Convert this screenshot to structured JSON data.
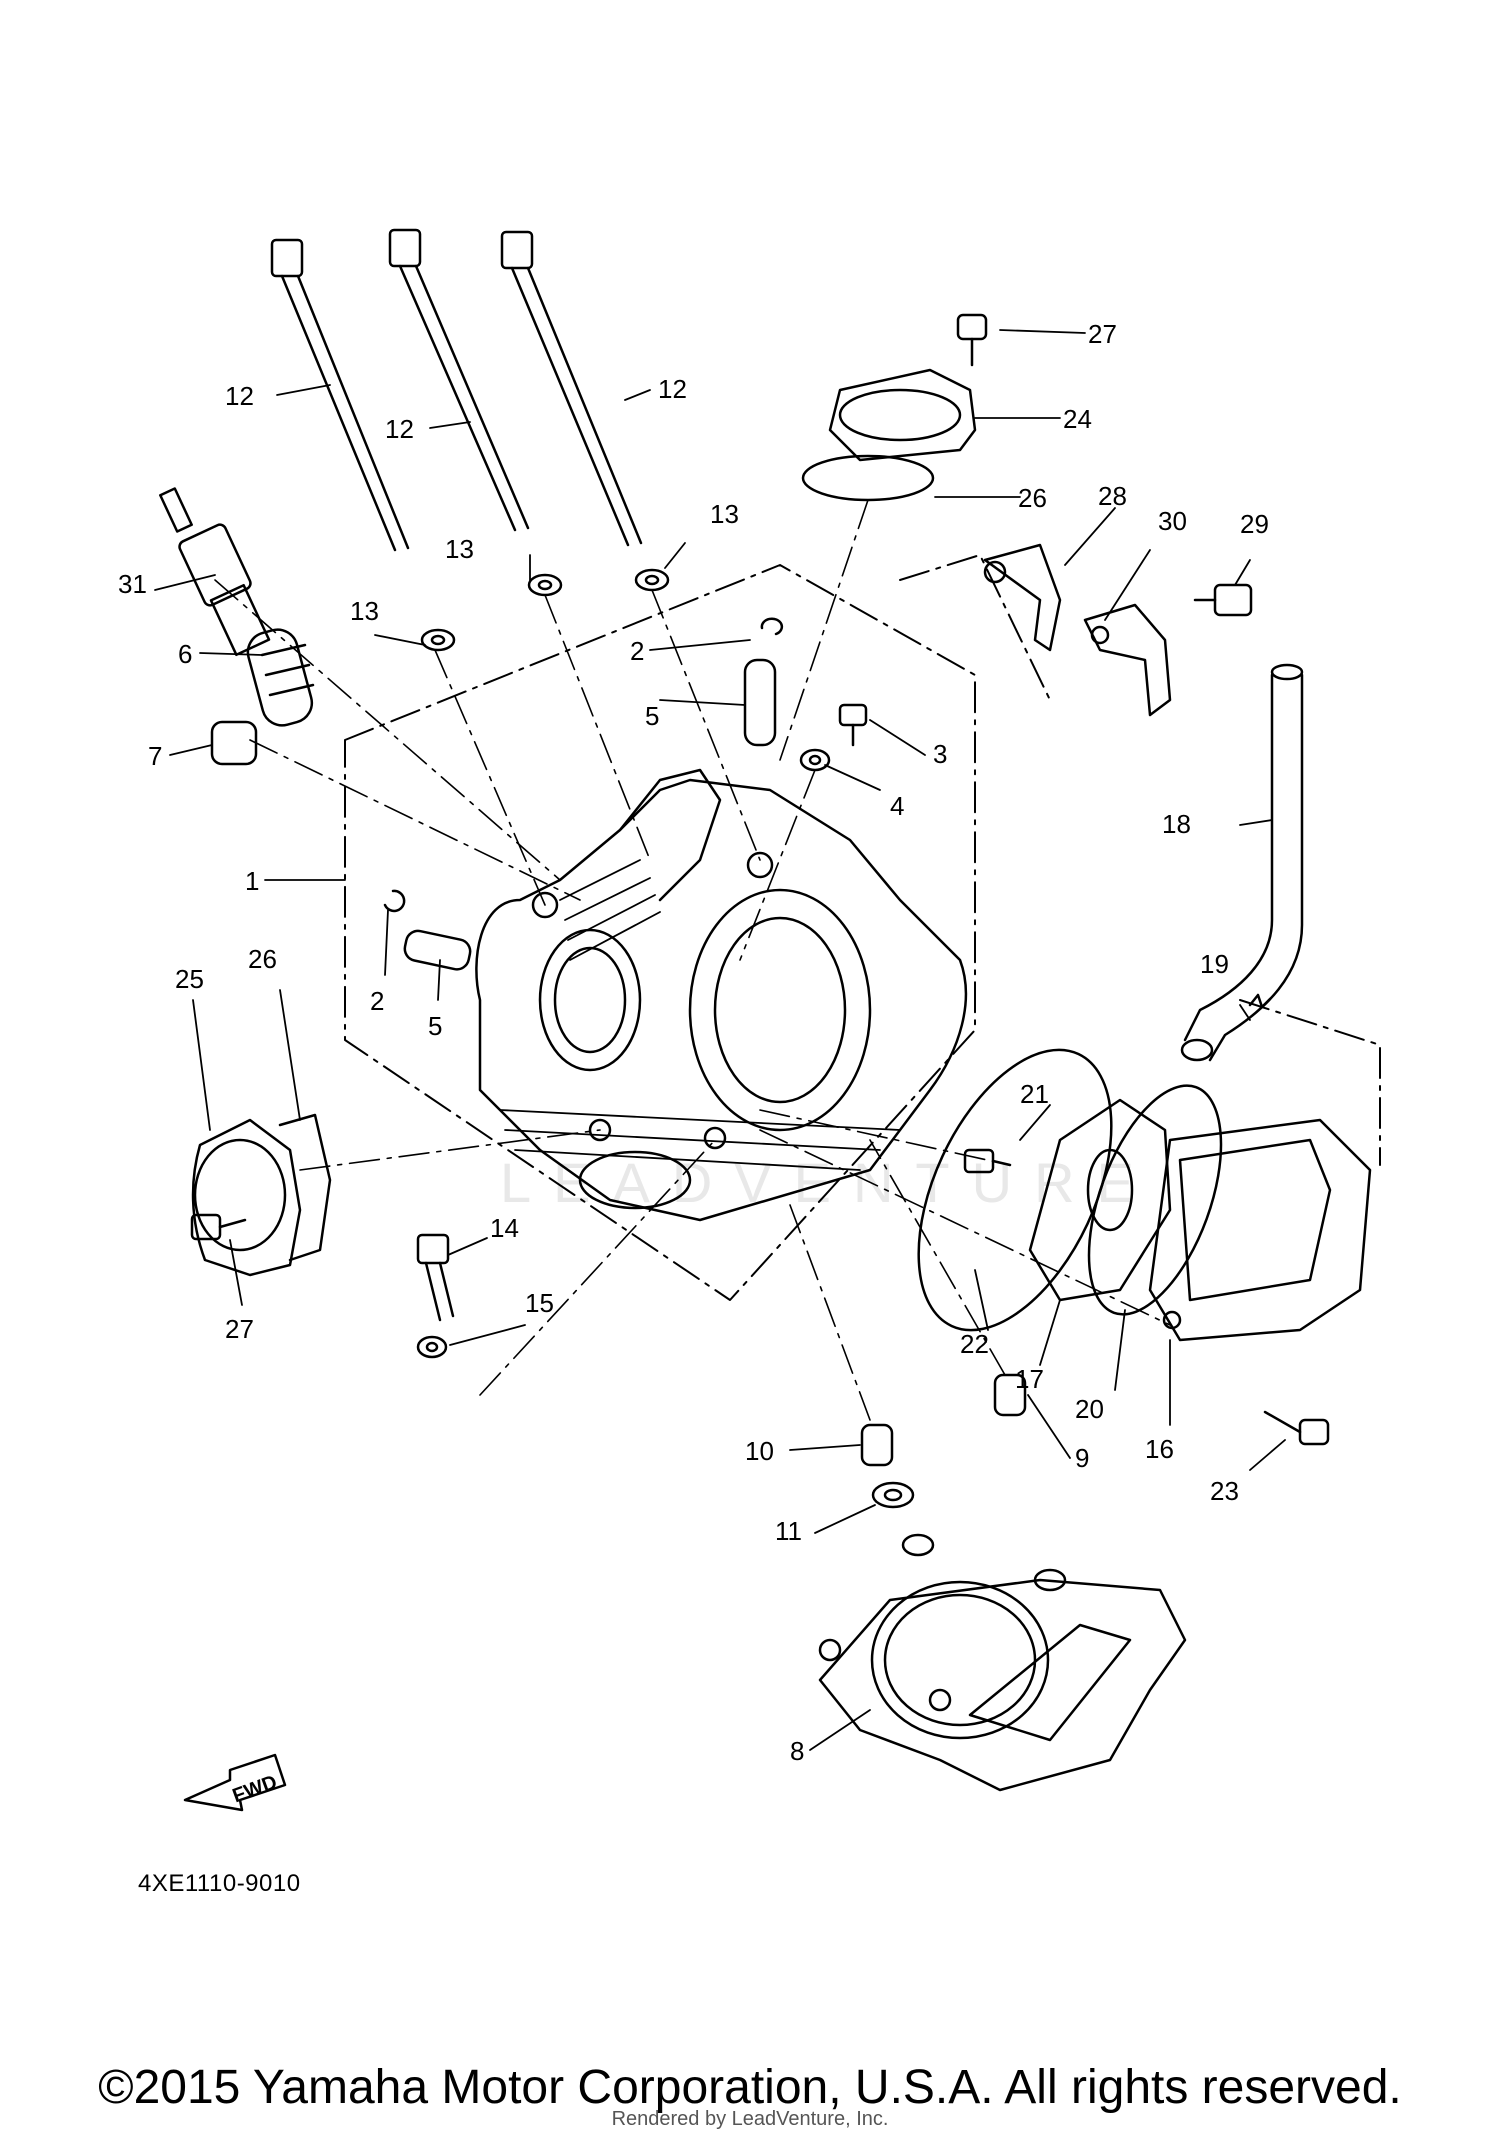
{
  "diagram": {
    "callouts": [
      "1",
      "2",
      "2",
      "3",
      "4",
      "5",
      "5",
      "6",
      "7",
      "8",
      "9",
      "10",
      "11",
      "12",
      "12",
      "12",
      "13",
      "13",
      "13",
      "14",
      "15",
      "16",
      "17",
      "18",
      "19",
      "20",
      "21",
      "22",
      "23",
      "24",
      "25",
      "26",
      "26",
      "27",
      "27",
      "28",
      "29",
      "30",
      "31"
    ],
    "fwd_label": "FWD",
    "watermark": "LEADVENTURE"
  },
  "footer": {
    "diagram_code": "4XE1110-9010",
    "copyright": "©2015 Yamaha Motor Corporation, U.S.A. All rights reserved.",
    "rendered_by": "Rendered by LeadVenture, Inc."
  },
  "colors": {
    "line": "#000000",
    "background": "#ffffff",
    "watermark": "#e8e8e8"
  }
}
